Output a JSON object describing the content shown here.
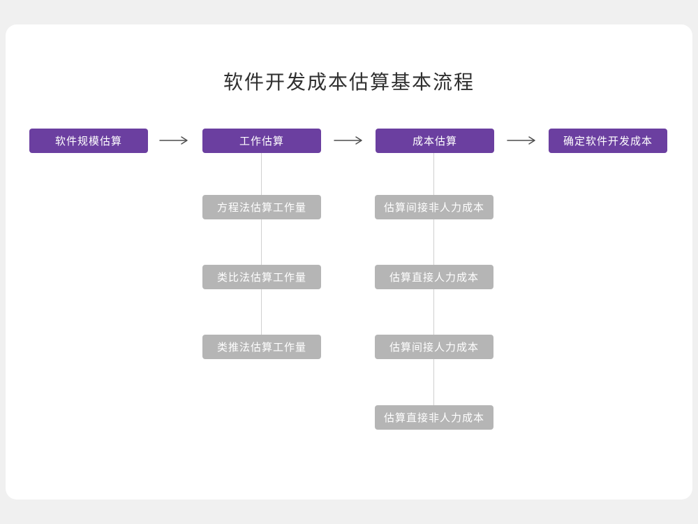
{
  "title": "软件开发成本估算基本流程",
  "colors": {
    "primary": "#6b3fa0",
    "secondary": "#b5b5b5",
    "connector": "#d0d0d0",
    "arrow": "#4d4d4d",
    "card_bg": "#ffffff",
    "page_bg": "#f0f0f0",
    "title_color": "#2f2f2f"
  },
  "icons": {
    "flow_arrow": "arrow-right"
  },
  "flow": {
    "steps": [
      {
        "label": "软件规模估算"
      },
      {
        "label": "工作估算"
      },
      {
        "label": "成本估算"
      },
      {
        "label": "确定软件开发成本"
      }
    ],
    "work_substeps": [
      {
        "label": "方程法估算工作量"
      },
      {
        "label": "类比法估算工作量"
      },
      {
        "label": "类推法估算工作量"
      }
    ],
    "cost_substeps": [
      {
        "label": "估算间接非人力成本"
      },
      {
        "label": "估算直接人力成本"
      },
      {
        "label": "估算间接人力成本"
      },
      {
        "label": "估算直接非人力成本"
      }
    ]
  }
}
